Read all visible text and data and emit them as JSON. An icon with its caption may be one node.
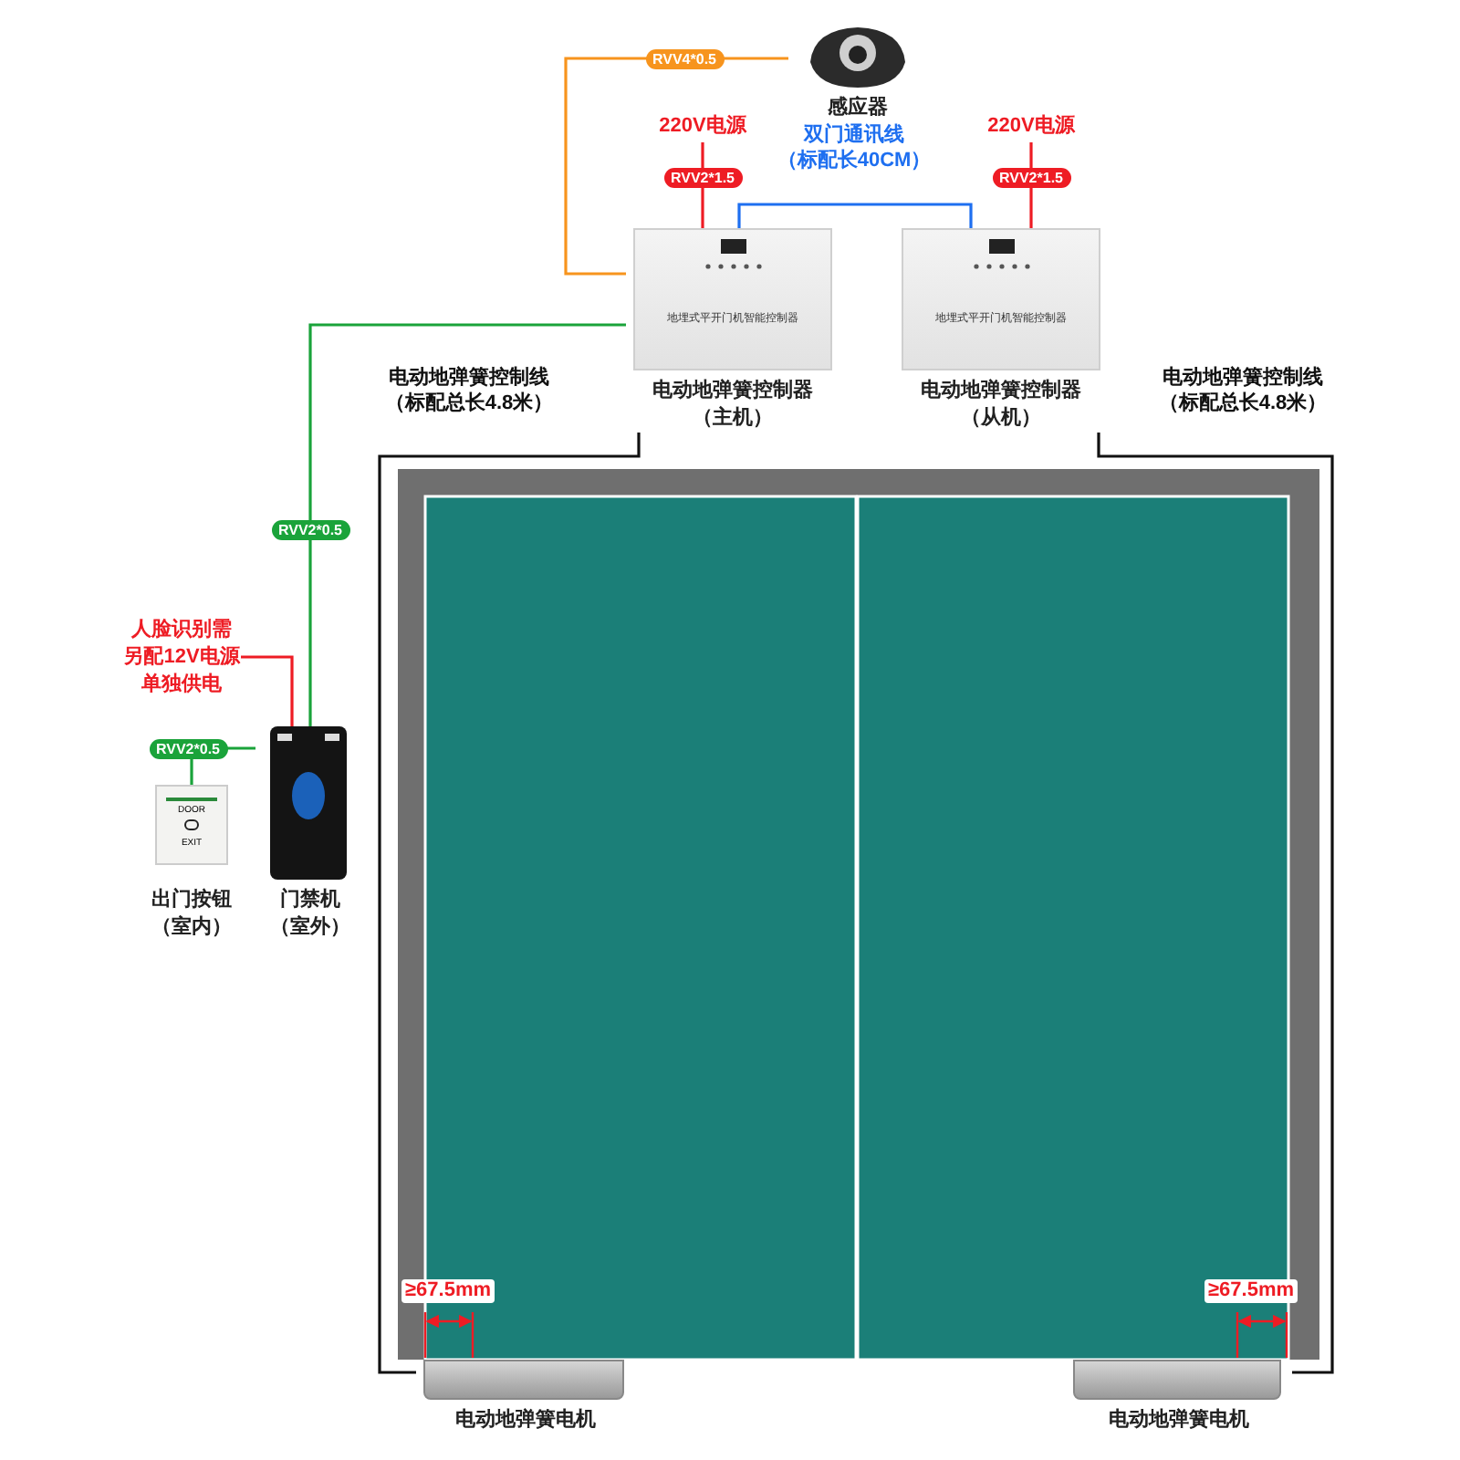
{
  "diagram": {
    "nodes": [
      {
        "text": [
          "感应器"
        ]
      },
      {
        "text": [
          "地埋式平开门机智能控制器",
          "电动地弹簧控制器（主机）"
        ]
      },
      {
        "text": [
          "地埋式平开门机智能控制器",
          "电动地弹簧控制器（从机）"
        ]
      },
      {
        "text": [
          "220V电源"
        ]
      },
      {
        "text": [
          "220V电源"
        ]
      },
      {
        "text": [
          "人脸识别需另配12V电源单独供电"
        ]
      },
      {
        "text": [
          "DOOR",
          "EXIT",
          "出门按钮（室内）"
        ]
      },
      {
        "text": [
          "门禁机（室外）"
        ]
      },
      {
        "text": [
          "电动地弹簧电机"
        ]
      },
      {
        "text": [
          "电动地弹簧电机"
        ]
      }
    ],
    "edges": [
      {
        "from": 0,
        "to": 1,
        "arrow": "none",
        "label": "RVV4*0.5",
        "color": "#f7941d"
      },
      {
        "from": 3,
        "to": 1,
        "arrow": "none",
        "label": "RVV2*1.5",
        "color": "#ee1c24"
      },
      {
        "from": 4,
        "to": 2,
        "arrow": "none",
        "label": "RVV2*1.5",
        "color": "#ee1c24"
      },
      {
        "from": 1,
        "to": 2,
        "arrow": "none",
        "label": "双门通讯线（标配长40CM）",
        "color": "#1e6ff0"
      },
      {
        "from": 1,
        "to": 7,
        "arrow": "none",
        "label": "RVV2*0.5",
        "color": "#1aa33a"
      },
      {
        "from": 6,
        "to": 7,
        "arrow": "none",
        "label": "RVV2*0.5",
        "color": "#1aa33a"
      },
      {
        "from": 5,
        "to": 7,
        "arrow": "none",
        "color": "#ee1c24"
      },
      {
        "from": 1,
        "to": 8,
        "arrow": "none",
        "label": "电动地弹簧控制线（标配总长4.8米）",
        "color": "#111111"
      },
      {
        "from": 2,
        "to": 9,
        "arrow": "none",
        "label": "电动地弹簧控制线（标配总长4.8米）",
        "color": "#111111"
      }
    ],
    "labels": [
      "≥67.5mm",
      "≥67.5mm"
    ]
  }
}
